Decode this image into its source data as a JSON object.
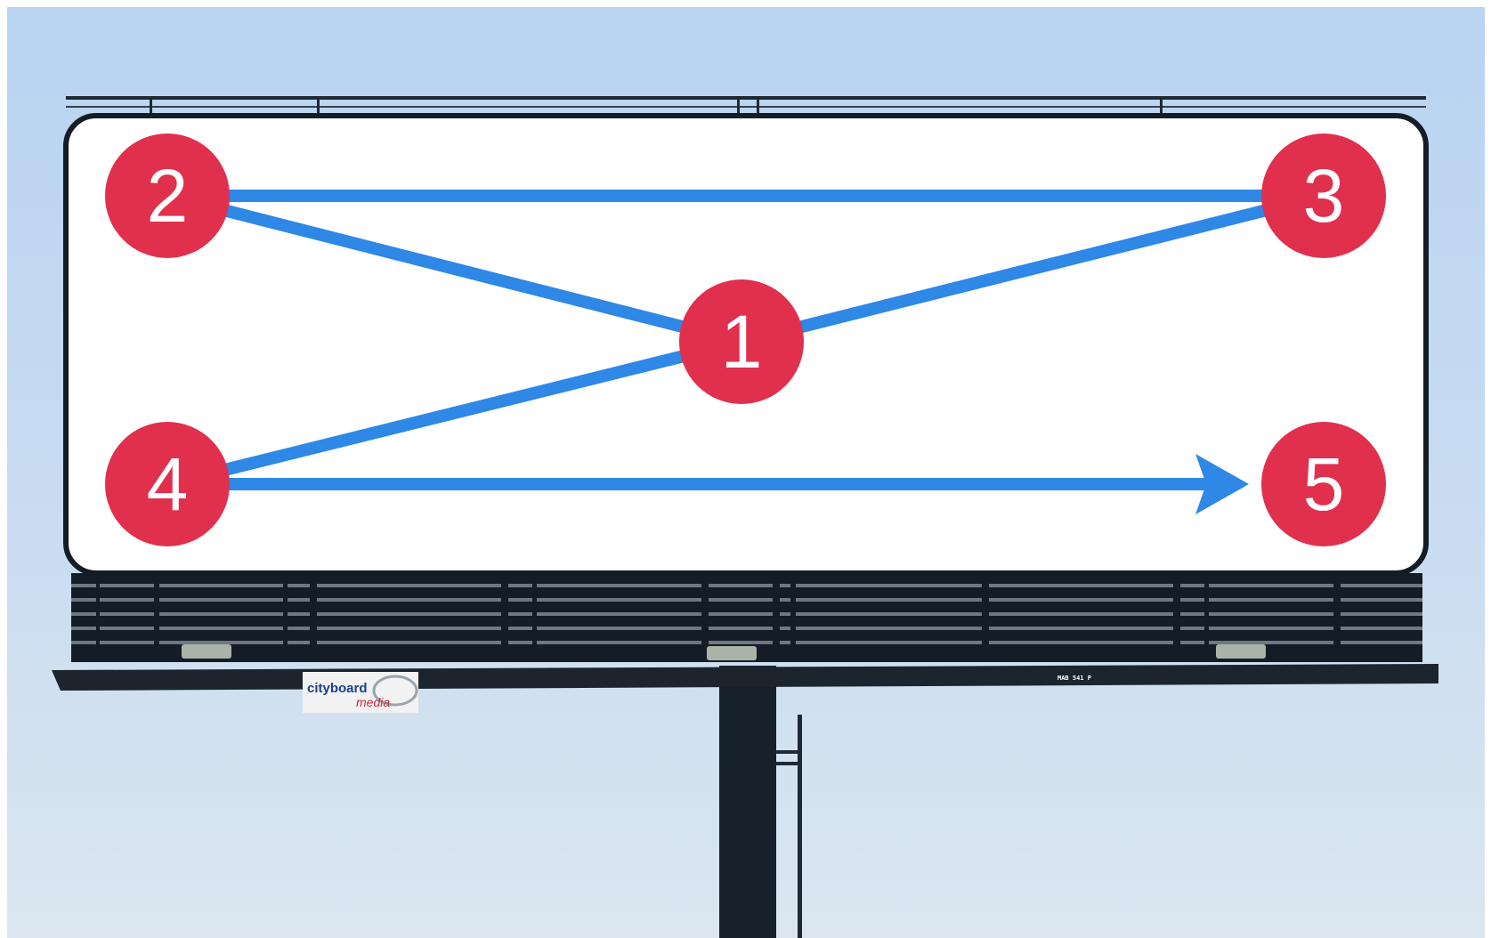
{
  "colors": {
    "sky_top": "#b9d3f1",
    "badge": "#e0304e",
    "arrow": "#2f87e6",
    "board": "#ffffff",
    "structure": "#17202a"
  },
  "diagram": {
    "type": "reading-path",
    "nodes": [
      {
        "id": "1",
        "label": "1"
      },
      {
        "id": "2",
        "label": "2"
      },
      {
        "id": "3",
        "label": "3"
      },
      {
        "id": "4",
        "label": "4"
      },
      {
        "id": "5",
        "label": "5"
      }
    ],
    "edges": [
      {
        "from": "1",
        "to": "2"
      },
      {
        "from": "2",
        "to": "3"
      },
      {
        "from": "3",
        "to": "1"
      },
      {
        "from": "1",
        "to": "4"
      },
      {
        "from": "4",
        "to": "5",
        "arrowhead": true
      }
    ]
  },
  "branding": {
    "logo_line1": "cityboard",
    "logo_line2": "media",
    "plate_text": "MAB 541 P"
  }
}
